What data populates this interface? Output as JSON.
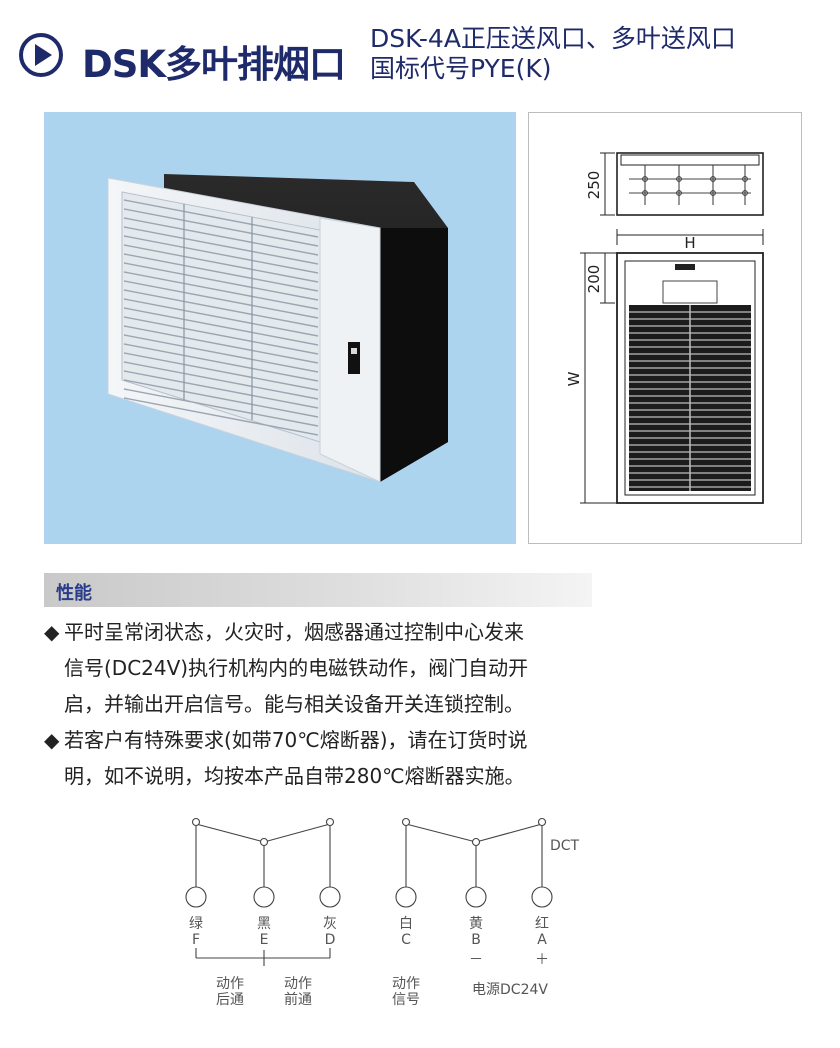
{
  "header": {
    "title": "DSK多叶排烟口",
    "subtitle_line1": "DSK-4A正压送风口、多叶送风口",
    "subtitle_line2": "国标代号PYE(K)",
    "icon": "play-icon",
    "accent_color": "#1f2a6b"
  },
  "diagram": {
    "dim_depth": "250",
    "dim_width": "H",
    "dim_top": "200",
    "dim_height": "W"
  },
  "section": {
    "title": "性能",
    "bullet_mark": "◆",
    "bullets": [
      {
        "lines": [
          "平时呈常闭状态，火灾时，烟感器通过控制中心发来",
          "信号(DC24V)执行机构内的电磁铁动作，阀门自动开",
          "启，并输出开启信号。能与相关设备开关连锁控制。"
        ]
      },
      {
        "lines": [
          "若客户有特殊要求(如带70℃熔断器)，请在订货时说",
          "明，如不说明，均按本产品自带280℃熔断器实施。"
        ]
      }
    ]
  },
  "wiring": {
    "dct_label": "DCT",
    "terminals": [
      {
        "color": "绿",
        "letter": "F",
        "sign": ""
      },
      {
        "color": "黑",
        "letter": "E",
        "sign": ""
      },
      {
        "color": "灰",
        "letter": "D",
        "sign": ""
      },
      {
        "color": "白",
        "letter": "C",
        "sign": ""
      },
      {
        "color": "黄",
        "letter": "B",
        "sign": "－"
      },
      {
        "color": "红",
        "letter": "A",
        "sign": "＋"
      }
    ],
    "group_labels": [
      {
        "line1": "动作",
        "line2": "后通"
      },
      {
        "line1": "动作",
        "line2": "前通"
      },
      {
        "line1": "动作",
        "line2": "信号"
      }
    ],
    "power_label": "电源DC24V"
  }
}
